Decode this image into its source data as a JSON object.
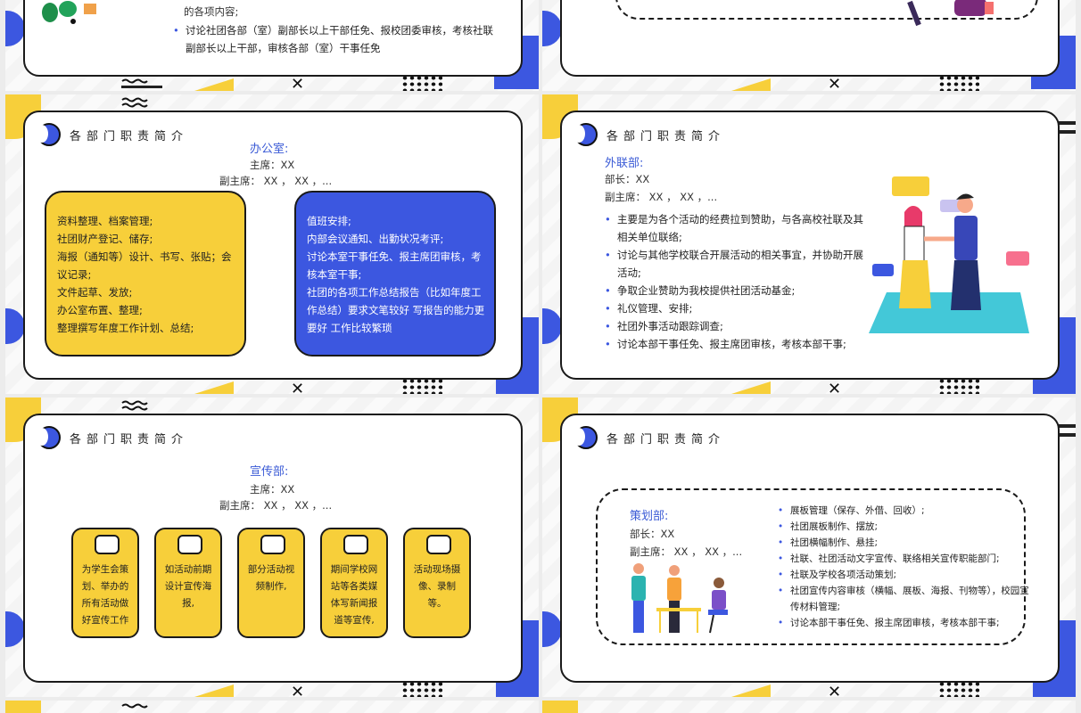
{
  "slide1": {
    "lines": [
      "的各项内容;"
    ],
    "bullets": [
      "讨论社团各部（室）副部长以上干部任免、报校团委审核，考核社联副部长以上干部，审核各部（室）干事任免"
    ]
  },
  "slide3": {
    "header": "各部门职责简介",
    "office_title": "办公室:",
    "chair": "主席：XX",
    "vice": "副主席： XX ， XX ，...",
    "yellow_items": [
      "资料整理、档案管理;",
      "社团财产登记、储存;",
      "海报（通知等）设计、书写、张贴；会议记录;",
      "文件起草、发放;",
      "办公室布置、整理;",
      "整理撰写年度工作计划、总结;"
    ],
    "blue_items": [
      "值班安排;",
      "内部会议通知、出勤状况考评;",
      "讨论本室干事任免、报主席团审核，考核本室干事;",
      "社团的各项工作总结报告（比如年度工作总结）要求文笔较好 写报告的能力更要好 工作比较繁琐"
    ]
  },
  "slide4": {
    "header": "各部门职责简介",
    "dept_title": "外联部:",
    "head": "部长：XX",
    "vice": "副主席： XX ， XX ，...",
    "bullets": [
      "主要是为各个活动的经费拉到赞助，与各高校社联及其相关单位联络;",
      "讨论与其他学校联合开展活动的相关事宜，并协助开展活动;",
      "争取企业赞助为我校提供社团活动基金;",
      "礼仪管理、安排;",
      "社团外事活动跟踪调查;",
      "讨论本部干事任免、报主席团审核，考核本部干事;"
    ]
  },
  "slide5": {
    "header": "各部门职责简介",
    "dept_title": "宣传部:",
    "chair": "主席：XX",
    "vice": "副主席： XX ， XX ，...",
    "cards": [
      "为学生会策划、举办的所有活动做好宣传工作",
      "如活动前期设计宣传海报,",
      "部分活动视频制作,",
      "期间学校网站等各类媒体写新闻报道等宣传,",
      "活动现场摄像、录制等。"
    ]
  },
  "slide6": {
    "header": "各部门职责简介",
    "dept_title": "策划部:",
    "head": "部长：XX",
    "vice": "副主席： XX ， XX ，...",
    "bullets": [
      "展板管理（保存、外借、回收）;",
      "社团展板制作、摆放;",
      "社团横幅制作、悬挂;",
      "社联、社团活动文字宣传、联络相关宣传职能部门;",
      "社联及学校各项活动策划;",
      "社团宣传内容审核（横幅、展板、海报、刊物等），校园宣传材料管理;",
      "讨论本部干事任免、报主席团审核，考核本部干事;"
    ]
  },
  "colors": {
    "blue": "#3c57e0",
    "yellow": "#f7cf3a",
    "title_blue": "#3b5bd6"
  }
}
